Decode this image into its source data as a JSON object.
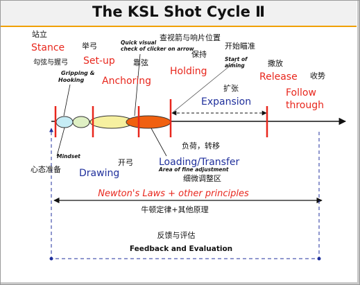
{
  "title": "The KSL Shot Cycle Ⅱ",
  "stages": {
    "stance_cn": "站立",
    "stance": "Stance",
    "grip_cn": "勾弦与握弓",
    "grip_line1": "Gripping &",
    "grip_line2": "Hooking",
    "setup_cn": "举弓",
    "setup": "Set-up",
    "check_line1": "Quick visual",
    "check_line2": "check of clicker on arrow",
    "check_cn": "查视箭与响片位置",
    "anchor_cn": "靠弦",
    "anchor": "Anchoring",
    "holding_cn": "保持",
    "holding": "Holding",
    "aim_cn": "开始瞄准",
    "aim_line1": "Start of",
    "aim_line2": "aiming",
    "expand_cn": "扩张",
    "expansion": "Expansion",
    "release_cn": "撒放",
    "release": "Release",
    "follow_cn": "收势",
    "follow_line1": "Follow",
    "follow_line2": "through",
    "mindset": "Mindset",
    "mindset_cn": "心态准备",
    "drawing": "Drawing",
    "drawing_cn": "开弓",
    "load_cn": "负荷，转移",
    "loading": "Loading/Transfer",
    "fine_adj": "Area of fine adjustment",
    "fine_adj_cn": "细微调整区"
  },
  "laws": {
    "label": "Newton's Laws + other principles",
    "label_cn": "牛顿定律+其他原理"
  },
  "feedback": {
    "label_cn": "反馈与评估",
    "label": "Feedback and Evaluation"
  },
  "colors": {
    "accent_red": "#e8261c",
    "accent_blue": "#1f2f9c",
    "title_rule": "#f0a000",
    "mindset_fill": "#c6ecf5",
    "setup_fill": "#dff0c4",
    "drawing_fill": "#f6f0a0",
    "loading_fill": "#f06010"
  }
}
